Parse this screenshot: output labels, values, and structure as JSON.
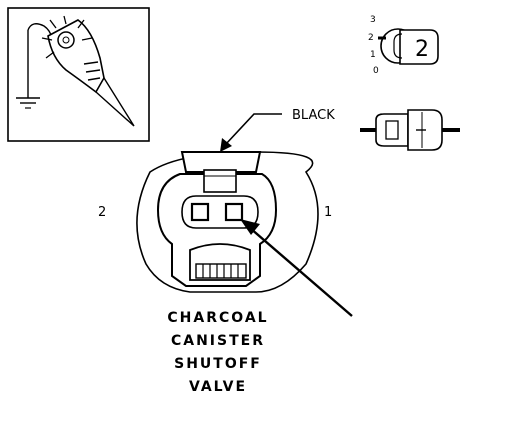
{
  "test_light_inset": {
    "icon": "test-light-probe-icon"
  },
  "key_legend": {
    "positions": [
      "3",
      "2",
      "1",
      "0"
    ],
    "key_number": "2",
    "icons": [
      "key-cylinder-icon",
      "connector-side-view-icon"
    ]
  },
  "connector": {
    "wire_color_label": "BLACK",
    "pin_left_label": "2",
    "pin_right_label": "1",
    "title_lines": [
      "CHARCOAL",
      "CANISTER",
      "SHUTOFF",
      "VALVE"
    ]
  },
  "colors": {
    "line": "#000000",
    "background": "#ffffff"
  }
}
